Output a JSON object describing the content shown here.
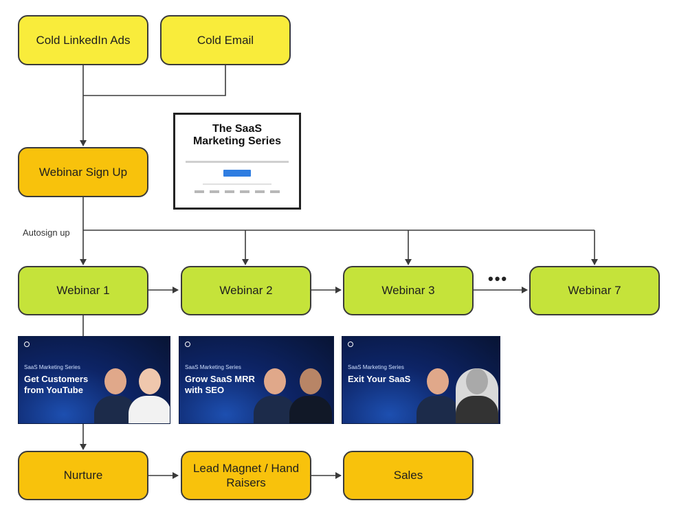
{
  "nodes": {
    "cold_linkedin_ads": "Cold LinkedIn Ads",
    "cold_email": "Cold Email",
    "webinar_sign_up": "Webinar Sign Up",
    "webinar_1": "Webinar 1",
    "webinar_2": "Webinar 2",
    "webinar_3": "Webinar 3",
    "webinar_7": "Webinar 7",
    "nurture": "Nurture",
    "lead_magnet": "Lead Magnet / Hand Raisers",
    "sales": "Sales"
  },
  "edge_label_autosignup": "Autosign up",
  "ellipsis": "•••",
  "landing_preview": {
    "title": "The SaaS\nMarketing Series"
  },
  "thumbnails": [
    {
      "series": "SaaS Marketing Series",
      "title": "Get Customers\nfrom YouTube"
    },
    {
      "series": "SaaS Marketing Series",
      "title": "Grow SaaS MRR\nwith SEO"
    },
    {
      "series": "SaaS Marketing Series",
      "title": "Exit Your SaaS"
    }
  ],
  "colors": {
    "source": "#f9ec3b",
    "stage": "#f8c20c",
    "webinar": "#c5e33a",
    "line": "#3a3a3a"
  }
}
